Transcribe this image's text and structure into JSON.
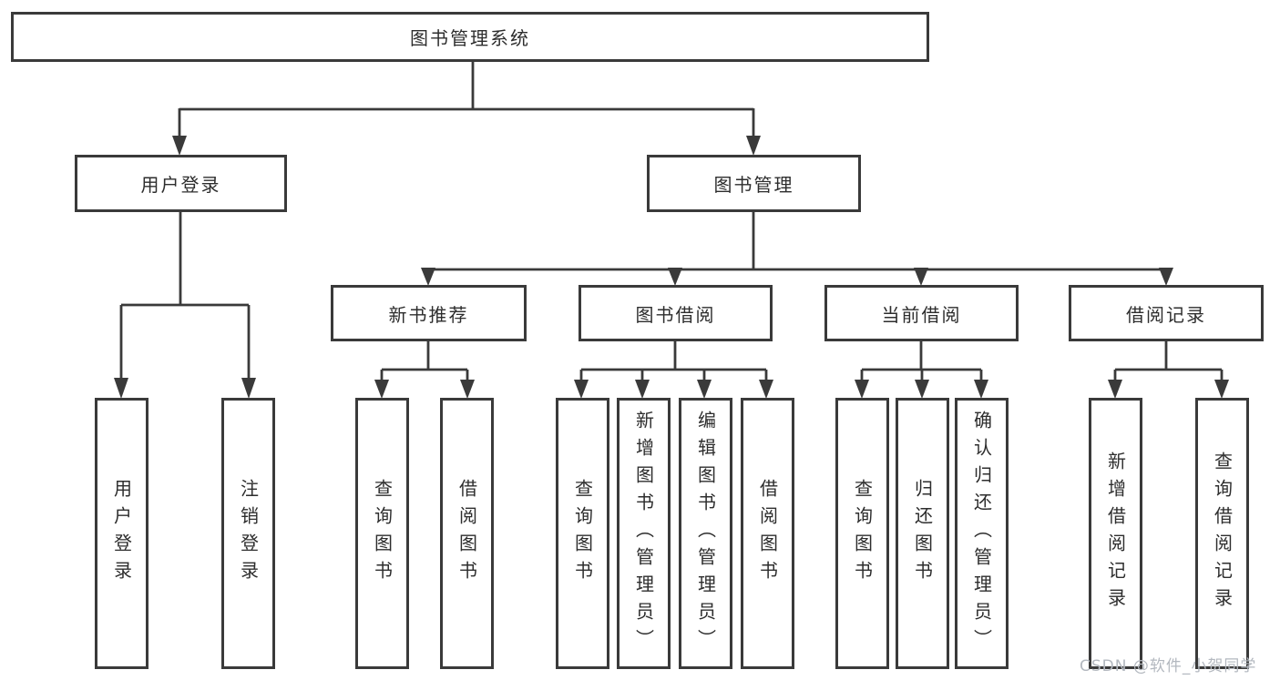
{
  "diagram": {
    "title": "图书管理系统",
    "watermark": "CSDN @软件_小贺同学",
    "colors": {
      "line": "#3a3a3a",
      "text": "#2d2d2d",
      "background": "#ffffff",
      "watermark": "#b3b8bf"
    }
  },
  "nodes": {
    "root": {
      "label": "图书管理系统"
    },
    "level2": [
      {
        "label": "用户登录"
      },
      {
        "label": "图书管理"
      }
    ],
    "level3": [
      {
        "label": "新书推荐",
        "parent": "图书管理"
      },
      {
        "label": "图书借阅",
        "parent": "图书管理"
      },
      {
        "label": "当前借阅",
        "parent": "图书管理"
      },
      {
        "label": "借阅记录",
        "parent": "图书管理"
      }
    ],
    "leaves": [
      {
        "label": "用户登录",
        "parent": "用户登录"
      },
      {
        "label": "注销登录",
        "parent": "用户登录"
      },
      {
        "label": "查询图书",
        "parent": "新书推荐"
      },
      {
        "label": "借阅图书",
        "parent": "新书推荐"
      },
      {
        "label": "查询图书",
        "parent": "图书借阅"
      },
      {
        "label": "新增图书（管理员）",
        "parent": "图书借阅"
      },
      {
        "label": "编辑图书（管理员）",
        "parent": "图书借阅"
      },
      {
        "label": "借阅图书",
        "parent": "图书借阅"
      },
      {
        "label": "查询图书",
        "parent": "当前借阅"
      },
      {
        "label": "归还图书",
        "parent": "当前借阅"
      },
      {
        "label": "确认归还（管理员）",
        "parent": "当前借阅"
      },
      {
        "label": "新增借阅记录",
        "parent": "借阅记录"
      },
      {
        "label": "查询借阅记录",
        "parent": "借阅记录"
      }
    ]
  }
}
